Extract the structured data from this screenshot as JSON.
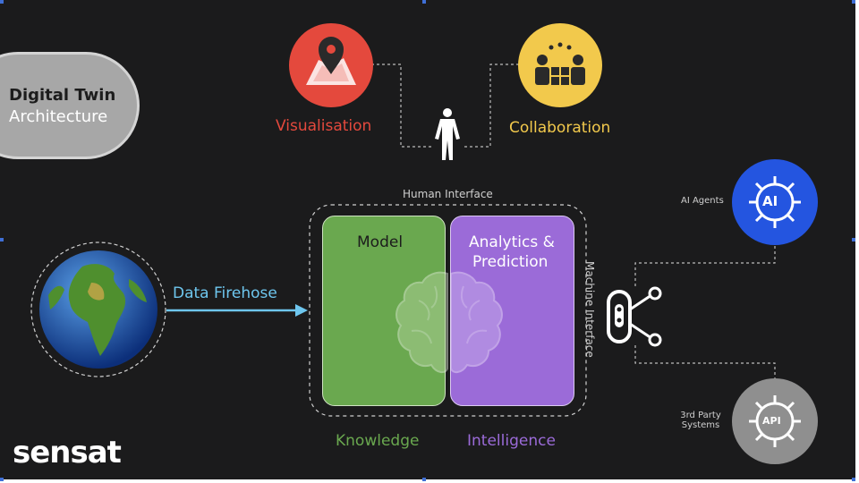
{
  "title": {
    "line1": "Digital Twin",
    "line2": "Architecture"
  },
  "top": {
    "visualisation": "Visualisation",
    "collaboration": "Collaboration",
    "human_interface": "Human Interface"
  },
  "left": {
    "data_firehose": "Data Firehose"
  },
  "center": {
    "model": "Model",
    "analytics_line1": "Analytics &",
    "analytics_line2": "Prediction",
    "knowledge": "Knowledge",
    "intelligence": "Intelligence"
  },
  "right": {
    "machine_interface": "Machine Interface",
    "ai_agents": "AI Agents",
    "third_party_line1": "3rd Party",
    "third_party_line2": "Systems",
    "ai_badge": "AI",
    "api_badge": "API"
  },
  "brand": {
    "logo": "sensat"
  },
  "icons": [
    "map-pin-icon",
    "collaboration-puzzle-icon",
    "human-figure-icon",
    "earth-globe-icon",
    "brain-icon",
    "robot-icon",
    "ai-chip-icon",
    "api-gear-icon"
  ],
  "colors": {
    "background": "#1b1b1c",
    "visualisation": "#e4493d",
    "collaboration": "#f2c94c",
    "data_firehose": "#6ec6ee",
    "model": "#6aa84f",
    "analytics": "#9b6bd8",
    "knowledge": "#6aa84f",
    "intelligence": "#9b6bd8",
    "ai_agents": "#2455e0",
    "third_party": "#8f8f8f"
  }
}
